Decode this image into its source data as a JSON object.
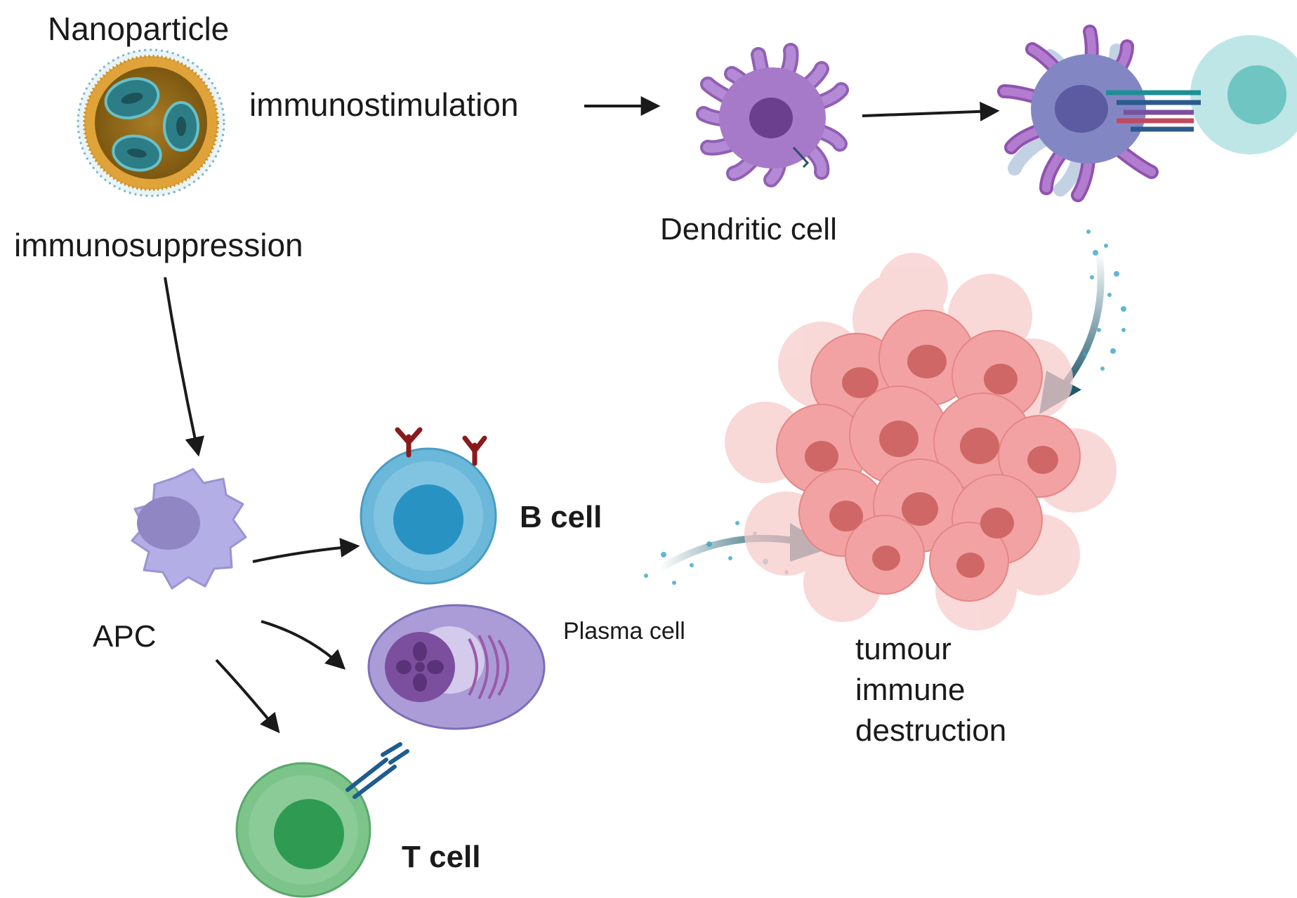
{
  "labels": {
    "nanoparticle": "Nanoparticle",
    "immunostimulation": "immunostimulation",
    "immunosuppression": "immunosuppression",
    "dendritic_cell": "Dendritic cell",
    "apc": "APC",
    "b_cell": "B cell",
    "plasma_cell": "Plasma cell",
    "t_cell": "T cell",
    "tumour_line1": "tumour",
    "tumour_line2": "immune",
    "tumour_line3": "destruction"
  },
  "colors": {
    "nanoparticle_shell": "#e0a33a",
    "nanoparticle_core": "#8a6418",
    "nanoparticle_cargo": "#3e8f96",
    "dendritic_cell": "#a679c9",
    "dendritic_nucleus": "#6b3f8d",
    "apc": "#b3aee6",
    "apc_nucleus": "#9186c4",
    "b_cell": "#6cb8da",
    "b_cell_nucleus": "#2893c2",
    "antibody": "#8b1a1a",
    "plasma_cell": "#ab9cd8",
    "plasma_nucleus": "#7c4f9e",
    "t_cell": "#7cc48a",
    "t_cell_nucleus": "#2f9a52",
    "tumour": "#f2a2a2",
    "tumour_nucleus": "#cf6767",
    "arrow_black": "#1a1a1a",
    "arrow_teal": "#1d5a6b"
  }
}
